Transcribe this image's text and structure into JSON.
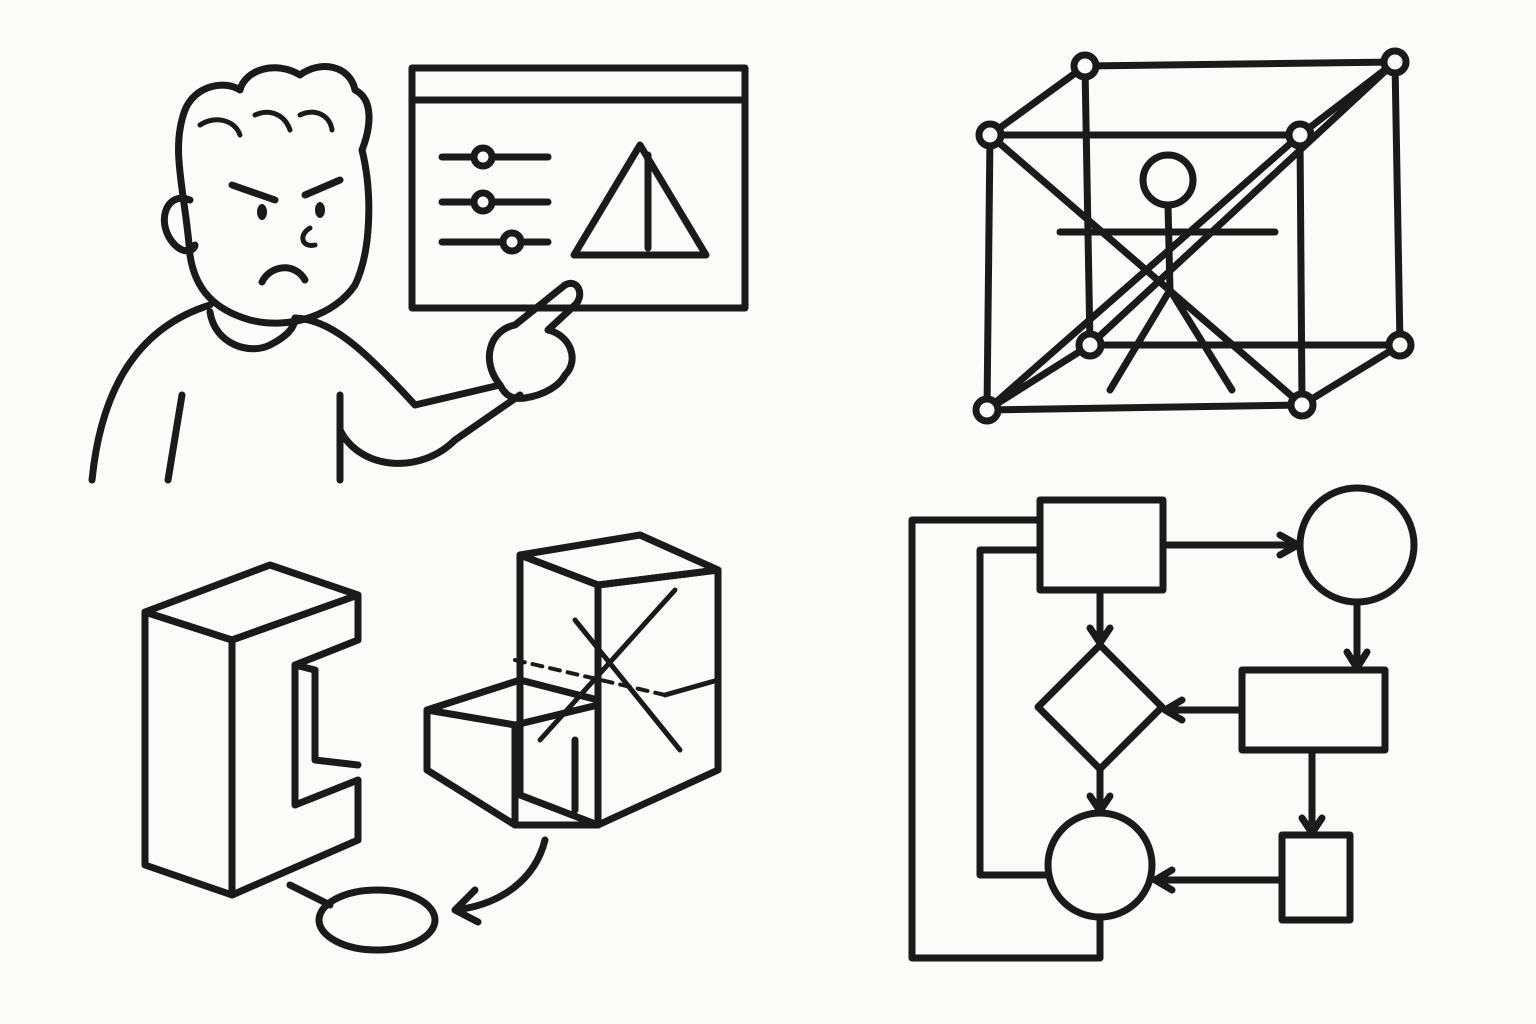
{
  "colors": {
    "ink": "#1a1a1a",
    "paper": "#fbfbfa"
  },
  "panels": [
    {
      "name": "frustrated-user-pointing-at-settings-warning"
    },
    {
      "name": "figure-inside-wireframe-cube"
    },
    {
      "name": "3d-blocks-with-arrow"
    },
    {
      "name": "flowchart-with-loops"
    }
  ]
}
